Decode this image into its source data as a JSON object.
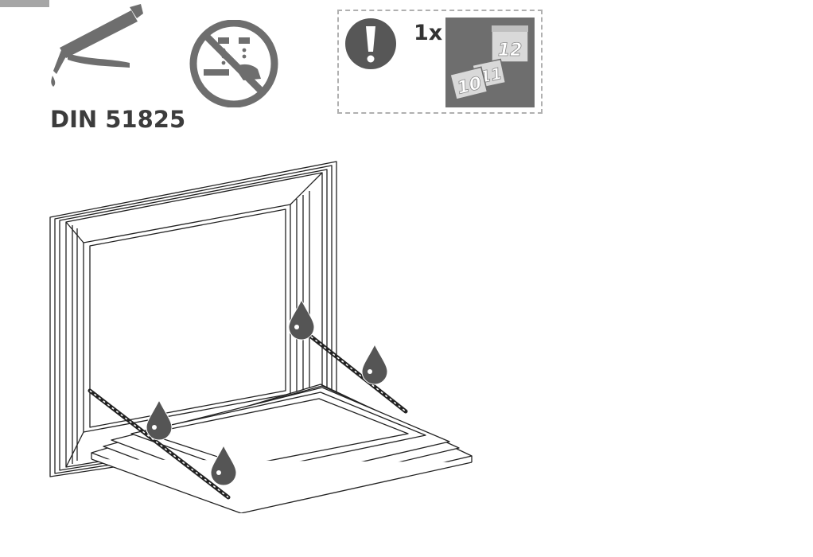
{
  "header": {
    "spec_label": "DIN 51825"
  },
  "notice": {
    "quantity": "1x"
  },
  "calendar": {
    "page_front": "10",
    "page_middle": "11",
    "page_back": "12"
  },
  "icons": {
    "grease_gun": "grease-gun-icon",
    "no_chemicals": "no-chemicals-icon",
    "warning": "exclamation-icon",
    "calendar": "yearly-calendar-icon",
    "grease_drop": "grease-drop-icon"
  },
  "colors": {
    "icon_gray": "#6e6e6e",
    "dark_gray": "#575757",
    "line": "#222222"
  }
}
